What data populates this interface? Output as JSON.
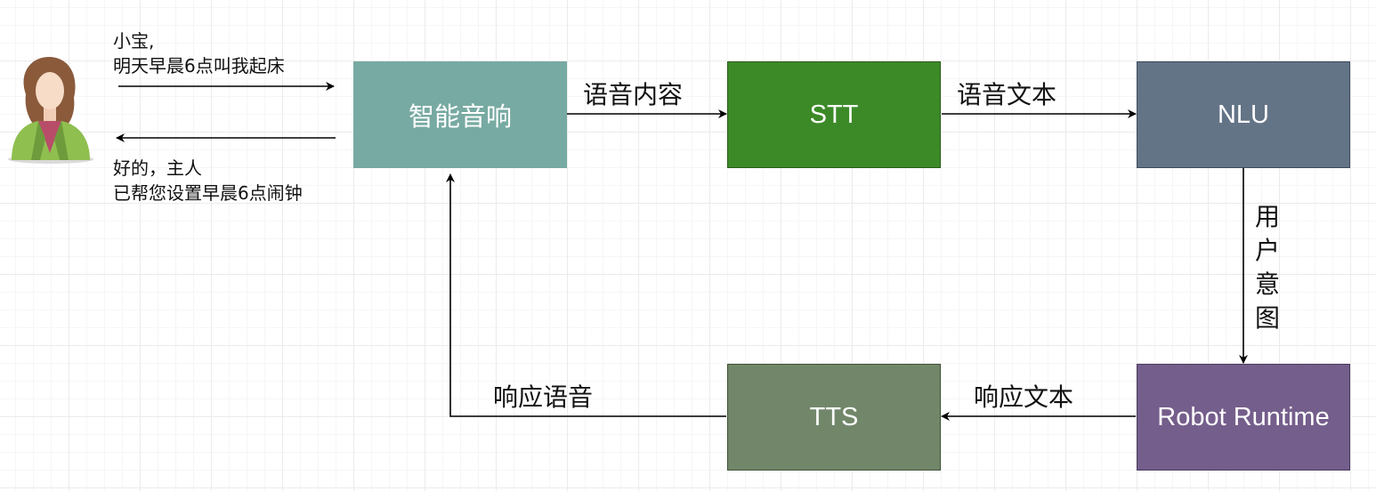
{
  "person": {
    "request_line1": "小宝,",
    "request_line2": "明天早晨6点叫我起床",
    "reply_line1": "好的，主人",
    "reply_line2": "已帮您设置早晨6点闹钟"
  },
  "nodes": {
    "speaker": {
      "label": "智能音响",
      "color": "#77aaa2"
    },
    "stt": {
      "label": "STT",
      "color": "#3c8a27"
    },
    "nlu": {
      "label": "NLU",
      "color": "#647487"
    },
    "runtime": {
      "label": "Robot Runtime",
      "color": "#745e8b"
    },
    "tts": {
      "label": "TTS",
      "color": "#72876a"
    }
  },
  "edges": {
    "speech_content": "语音内容",
    "speech_text": "语音文本",
    "user_intent": [
      "用",
      "户",
      "意",
      "图"
    ],
    "response_text": "响应文本",
    "response_speech": "响应语音"
  }
}
